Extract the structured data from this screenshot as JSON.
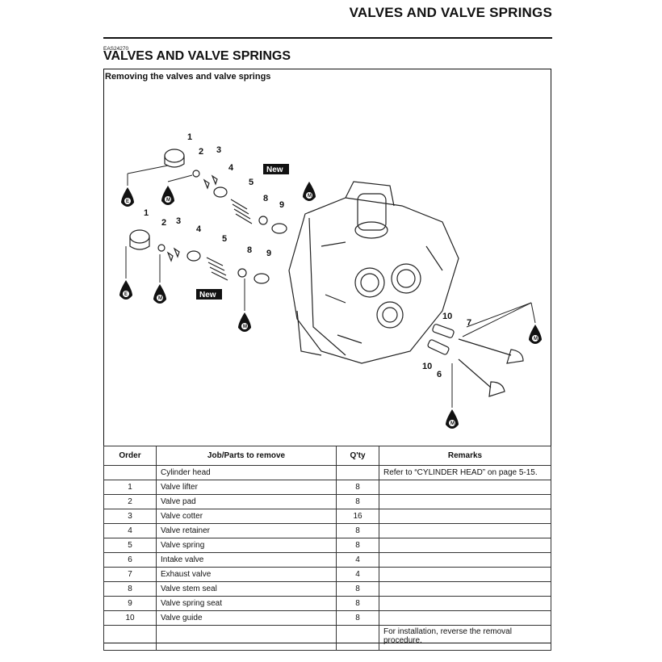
{
  "header": {
    "title": "VALVES AND VALVE SPRINGS"
  },
  "section": {
    "code": "EAS24270",
    "title": "VALVES AND VALVE SPRINGS",
    "subtitle": "Removing the valves and valve springs"
  },
  "diagram": {
    "callouts": [
      "1",
      "2",
      "3",
      "4",
      "5",
      "8",
      "9",
      "1",
      "2",
      "3",
      "4",
      "5",
      "8",
      "9",
      "10",
      "7",
      "10",
      "6"
    ],
    "new_badges": [
      "New",
      "New"
    ],
    "oil_marks": [
      "E",
      "M",
      "M",
      "E",
      "M",
      "M",
      "M",
      "M"
    ]
  },
  "table": {
    "headers": {
      "order": "Order",
      "job": "Job/Parts to remove",
      "qty": "Q'ty",
      "remarks": "Remarks"
    },
    "rows": [
      {
        "order": "",
        "job": "Cylinder head",
        "qty": "",
        "remarks": "Refer to “CYLINDER HEAD” on page 5-15."
      },
      {
        "order": "1",
        "job": "Valve lifter",
        "qty": "8",
        "remarks": ""
      },
      {
        "order": "2",
        "job": "Valve pad",
        "qty": "8",
        "remarks": ""
      },
      {
        "order": "3",
        "job": "Valve cotter",
        "qty": "16",
        "remarks": ""
      },
      {
        "order": "4",
        "job": "Valve retainer",
        "qty": "8",
        "remarks": ""
      },
      {
        "order": "5",
        "job": "Valve spring",
        "qty": "8",
        "remarks": ""
      },
      {
        "order": "6",
        "job": "Intake valve",
        "qty": "4",
        "remarks": ""
      },
      {
        "order": "7",
        "job": "Exhaust valve",
        "qty": "4",
        "remarks": ""
      },
      {
        "order": "8",
        "job": "Valve stem seal",
        "qty": "8",
        "remarks": ""
      },
      {
        "order": "9",
        "job": "Valve spring seat",
        "qty": "8",
        "remarks": ""
      },
      {
        "order": "10",
        "job": "Valve guide",
        "qty": "8",
        "remarks": ""
      },
      {
        "order": "",
        "job": "",
        "qty": "",
        "remarks": "For installation, reverse the removal procedure."
      }
    ]
  }
}
